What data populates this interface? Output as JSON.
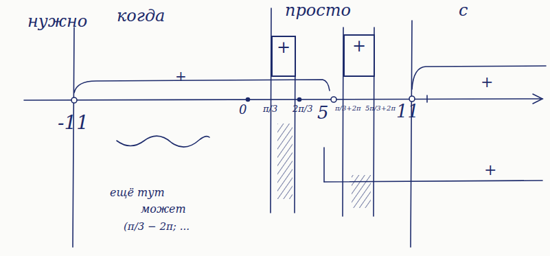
{
  "diagram": {
    "nodes": [
      {
        "text": [
          "+"
        ]
      },
      {
        "text": [
          "+"
        ]
      }
    ],
    "labels": [
      "нужно",
      "когда",
      "просто",
      "с",
      "+",
      "-11",
      "0",
      "π/3",
      "2π/3",
      "5",
      "π/3+2π",
      "5π/3+2π",
      "11",
      "+",
      "+",
      "ещё тут",
      "может",
      "(π/3 − 2π; ..."
    ]
  }
}
